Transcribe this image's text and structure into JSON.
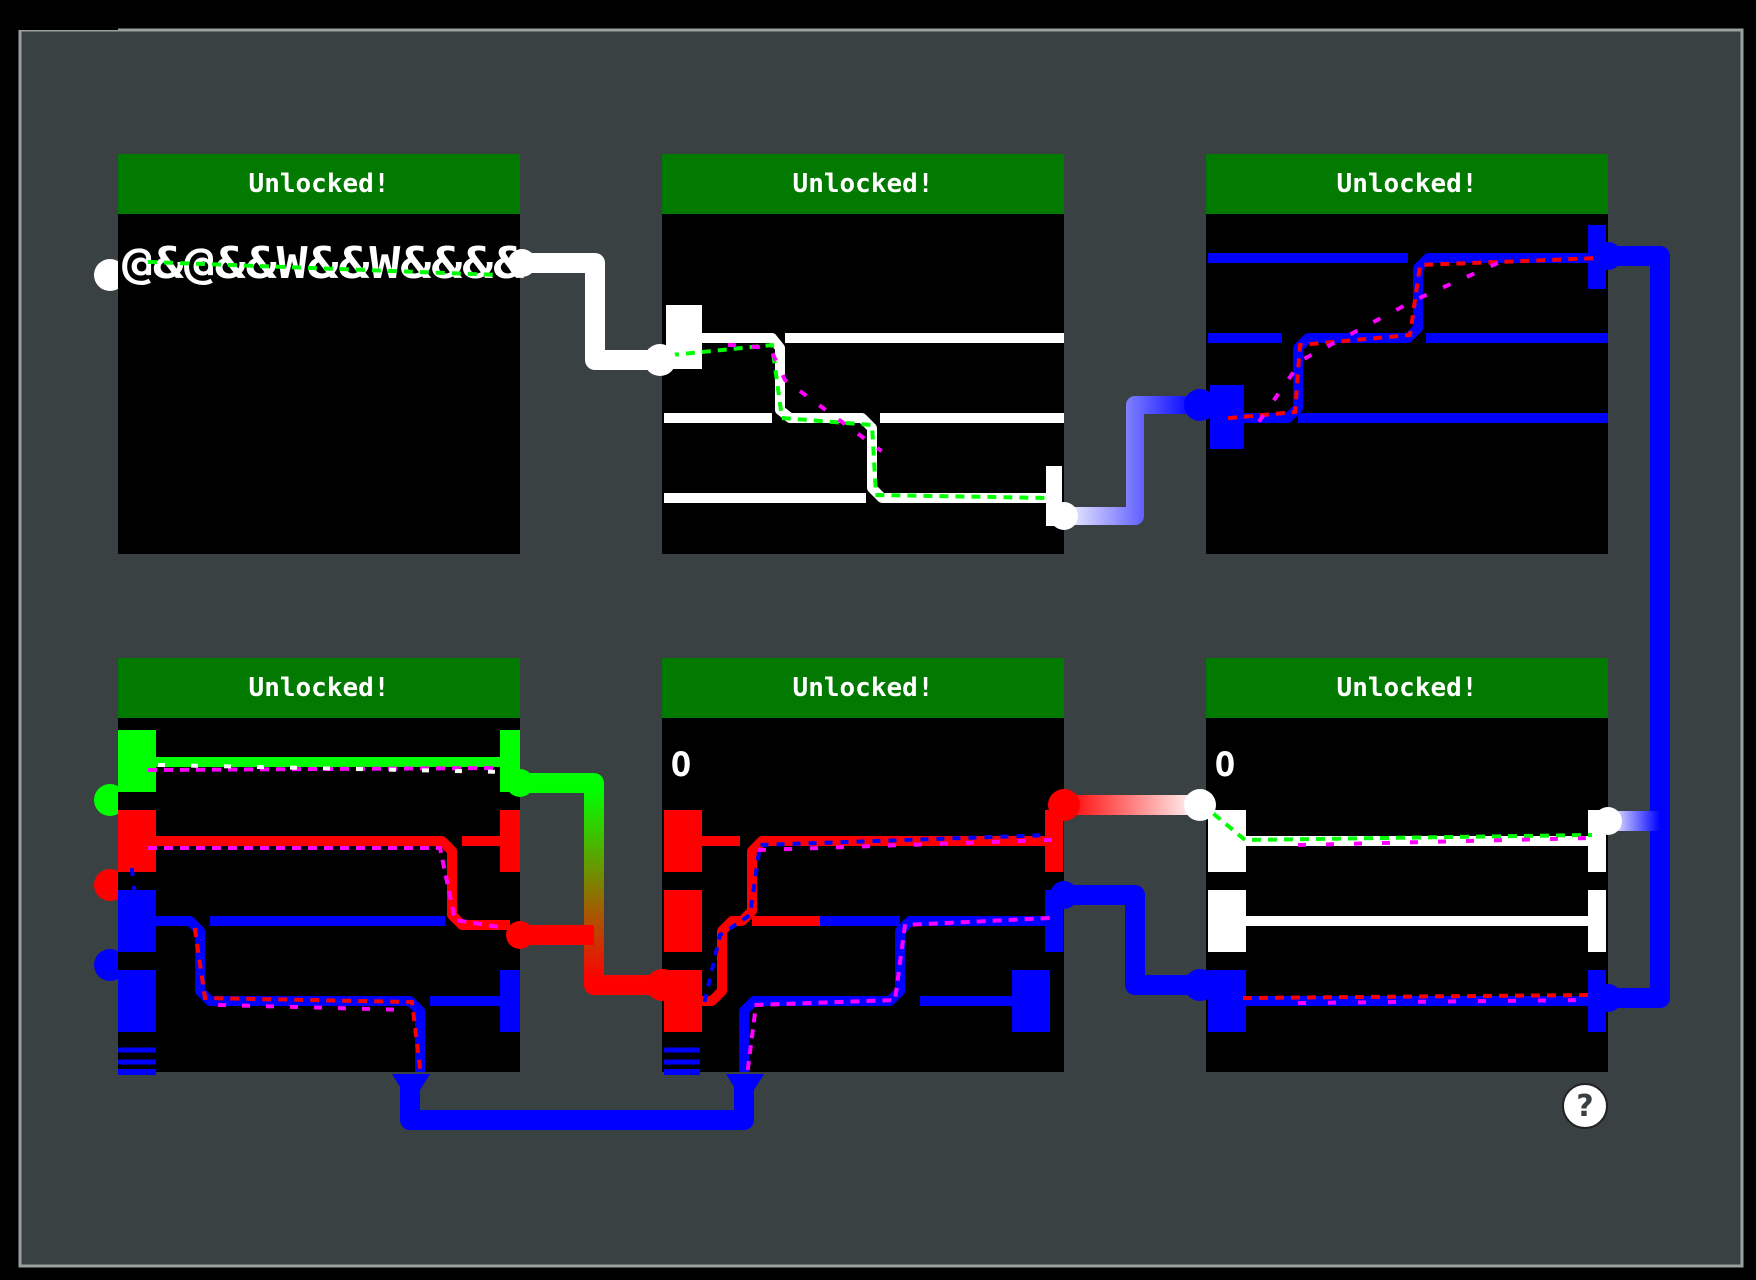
{
  "colors": {
    "background": "#3a4143",
    "header": "#027a02",
    "panel": "#000000",
    "white": "#ffffff",
    "green": "#00ff00",
    "red": "#ff0000",
    "blue": "#0000ff",
    "magenta": "#ff00ff"
  },
  "panels": [
    {
      "id": "top-left",
      "header": "Unlocked!",
      "glyph_text": "@&@&&W&&W&&&&"
    },
    {
      "id": "top-middle",
      "header": "Unlocked!"
    },
    {
      "id": "top-right",
      "header": "Unlocked!"
    },
    {
      "id": "bottom-left",
      "header": "Unlocked!"
    },
    {
      "id": "bottom-middle",
      "header": "Unlocked!",
      "corner_mark": "O"
    },
    {
      "id": "bottom-right",
      "header": "Unlocked!",
      "corner_mark": "O"
    }
  ],
  "help_button": {
    "label": "?",
    "icon": "help-icon"
  }
}
